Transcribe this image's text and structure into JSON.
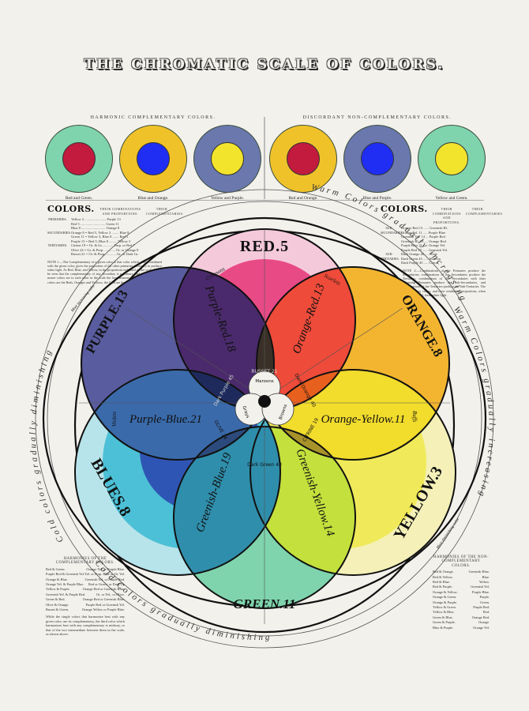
{
  "title": "THE CHROMATIC SCALE OF COLORS.",
  "harmonic": {
    "heading": "HARMONIC COMPLEMENTARY COLORS.",
    "swatches": [
      {
        "label": "Red and Green.",
        "ring": "#7fd3ad",
        "core": "#c21b3e"
      },
      {
        "label": "Blue and Orange.",
        "ring": "#f0c22a",
        "core": "#1f2ef2"
      },
      {
        "label": "Yellow and Purple.",
        "ring": "#6a78ad",
        "core": "#f2e42c"
      }
    ]
  },
  "discordant": {
    "heading": "DISCORDANT NON-COMPLEMENTARY COLORS.",
    "swatches": [
      {
        "label": "Red and Orange.",
        "ring": "#f0c22a",
        "core": "#c21b3e"
      },
      {
        "label": "Blue and Purple.",
        "ring": "#6a78ad",
        "core": "#1f2ef2"
      },
      {
        "label": "Yellow and Green.",
        "ring": "#7fd3ad",
        "core": "#f2e42c"
      }
    ]
  },
  "left_legend": {
    "heading": "COLORS.",
    "col1": "THEIR COMBINATIONS AND PROPORTIONS.",
    "col2": "THEIR COMPLEMENTARIES.",
    "groups": [
      {
        "name": "PRIMARIES.",
        "rows": [
          "Yellow 3 ........................ Purple 13",
          "Red 5 ............................ Green 11",
          "Blue 8 ........................... Orange 8"
        ]
      },
      {
        "name": "SECONDARIES.",
        "rows": [
          "Orange 8 = Red 5, Yellow 3 ........ Blue 8",
          "Green 11 = Yellow 3, Blue 8 ....... Red 5",
          "Purple 13 = Red 5, Blue 8 ......... Yellow 3"
        ]
      },
      {
        "name": "TERTIARIES.",
        "rows": [
          "Citrine 19 = Or. & Gr. ........... Purp. or Red 7",
          "Olive 24 = Gr. & Purp. ............ Or. or Orange 8",
          "Russet 21 = Or. & Purp. ........... Gr. or Dark Gr."
        ]
      }
    ],
    "note": "NOTE 1.—The Complementary of a given color is that color which, when combined with the given color, gives the proportion of the other primaries necessary to produce white light. As Red, Blue, and Yellow, in the proportions indicated on the scale. It will be seen that the complementary of any secondary is a primary, and vice versa. The nearer colors are to each other in the scale the less harmonious they become. Warm colors are the Reds, Oranges and Yellows; the Cold are the Blues, Greens and Purples."
  },
  "right_legend": {
    "heading": "COLORS.",
    "col1": "THEIR COMBINATIONS AND PROPORTIONS.",
    "col2": "THEIR COMPLEMENTARIES.",
    "groups": [
      {
        "name": "SUB-SECONDARIES.",
        "rows": [
          "Orange Red 13 ...... Greenish Bl.",
          "Orange Yel. 11 ..... Purple Blue",
          "Greenish Yel. 14 ... Purple Red",
          "Greenish Bl. 19 .... Orange Red",
          "Purple Blue 21 ..... Orange Yel.",
          "Purple Red 18 ...... Greenish Yel."
        ]
      },
      {
        "name": "SUB-TERTIARIES.",
        "rows": [
          "Dark Orange 40 ..... Slate",
          "Dark Green 43 ...... Maroon",
          "Dark Purple 45 ..... Citron"
        ]
      }
    ],
    "note": "NOTE 2.—Combinations of the Primaries produce the Secondaries; combinations of the Secondaries produce the Tertiaries; combinations of the Secondaries with their adjoining Primaries produce the Sub-Secondaries, and combinations of the Tertiaries produce the Sub-Tertiaries. The three Primary colors, and their combining proportions, when properly mixed, form white light."
  },
  "wheel": {
    "outer_band_top": "Warm Colors gradually increasing",
    "outer_band_right": "Warm Colors gradually increasing",
    "outer_band_left": "Cold colors gradually diminishing",
    "outer_band_bottom": "Cold Colors gradually diminishing",
    "marker_top_left": "Most increasing color",
    "marker_bottom_right": "Most diminishing color",
    "primaries": [
      {
        "label": "RED.5",
        "color": "#e8407a"
      },
      {
        "label": "YELLOW.3",
        "color": "#f3ec4a"
      },
      {
        "label": "BLUES.8",
        "color": "#4bbcd3"
      }
    ],
    "secondaries": [
      {
        "label": "ORANGE.8",
        "color": "#f3b32c"
      },
      {
        "label": "GREEN.11",
        "color": "#7fd4ad"
      },
      {
        "label": "PURPLE.13",
        "color": "#5a5a9e"
      }
    ],
    "sub_secondaries": [
      {
        "label": "Orange-Red.13",
        "color": "#ee4a3c"
      },
      {
        "label": "Orange-Yellow.11",
        "color": "#f2d82c"
      },
      {
        "label": "Greenish-Yellow.14",
        "color": "#c3e03c"
      },
      {
        "label": "Greenish-Blue.19",
        "color": "#2f8fab"
      },
      {
        "label": "Purple-Blue.21",
        "color": "#3a6aa8"
      },
      {
        "label": "Purple-Red.18",
        "color": "#4a2a6a"
      }
    ],
    "tertiaries": [
      {
        "label": "RUSSET 21",
        "color": "#3a3028"
      },
      {
        "label": "CITRINE 19",
        "color": "#a8922a"
      },
      {
        "label": "OLIVE 24",
        "color": "#2c4a7a"
      }
    ],
    "sub_tertiaries": [
      {
        "label": "Dark Orange 40",
        "color": "#e8601e"
      },
      {
        "label": "Dark Green 43",
        "color": "#1e6e4a"
      },
      {
        "label": "Dark Purple 45",
        "color": "#1e2a5a"
      }
    ],
    "tints": [
      "Crimsons",
      "Scarlets",
      "Buffs",
      "Violets"
    ],
    "center_labels": [
      "Maroons",
      "Grays",
      "Browns"
    ]
  },
  "harmonies_left": {
    "heading": "HARMONIES OF THE COMPLEMENTARY COLORS.",
    "rows": [
      [
        "1",
        "Red & Green.",
        "Orange Yel. or Purple Blue."
      ],
      [
        "2",
        "Purple Red & Greenish Yel.",
        "Yel. or Purp. Blue or Or. Yel."
      ],
      [
        "3",
        "Orange & Blue.",
        "Greenish Yel. or Purple Red."
      ],
      [
        "4",
        "Orange Yel. & Purple Blue.",
        "Red or Green, or Dark Gr."
      ],
      [
        "5",
        "Yellow & Purple.",
        "Orange Red or Greenish Blue."
      ],
      [
        "6",
        "Greenish Yel. & Purple Red.",
        "Or. or Yel., or Olive."
      ],
      [
        "7",
        "Green & Red.",
        "Orange Red or Greenish Blue."
      ],
      [
        "8",
        "Olive & Orange.",
        "Purple Red or Greenish Yel."
      ],
      [
        "9",
        "Russet & Green.",
        "Orange Yellow or Purple Blue."
      ]
    ],
    "side_label": "Best harmonized by",
    "note": "While the single colors that harmonize best with any given color, are its complementary, the third color which harmonizes best with any complementary is midway, or that of the two intermediate between them in the scale, as shown above."
  },
  "harmonies_right": {
    "heading": "HARMONIES OF THE NON-COMPLEMENTARY COLORS.",
    "rows": [
      [
        "1",
        "Red & Orange.",
        "Greenish Blue."
      ],
      [
        "2",
        "Red & Yellow.",
        "Blue."
      ],
      [
        "3",
        "Red & Blue.",
        "Yellow."
      ],
      [
        "4",
        "Red & Purple.",
        "Greenish Yel."
      ],
      [
        "5",
        "Orange & Yellow.",
        "Purple Blue."
      ],
      [
        "6",
        "Orange & Green.",
        "Purple."
      ],
      [
        "7",
        "Orange & Purple.",
        "Green."
      ],
      [
        "8",
        "Yellow & Green.",
        "Purple Red."
      ],
      [
        "9",
        "Yellow & Blue.",
        "Red."
      ],
      [
        "10",
        "Green & Blue.",
        "Orange Red."
      ],
      [
        "11",
        "Green & Purple.",
        "Orange."
      ],
      [
        "12",
        "Blue & Purple.",
        "Orange Yel."
      ]
    ],
    "side_label": "Best harmonized by"
  }
}
